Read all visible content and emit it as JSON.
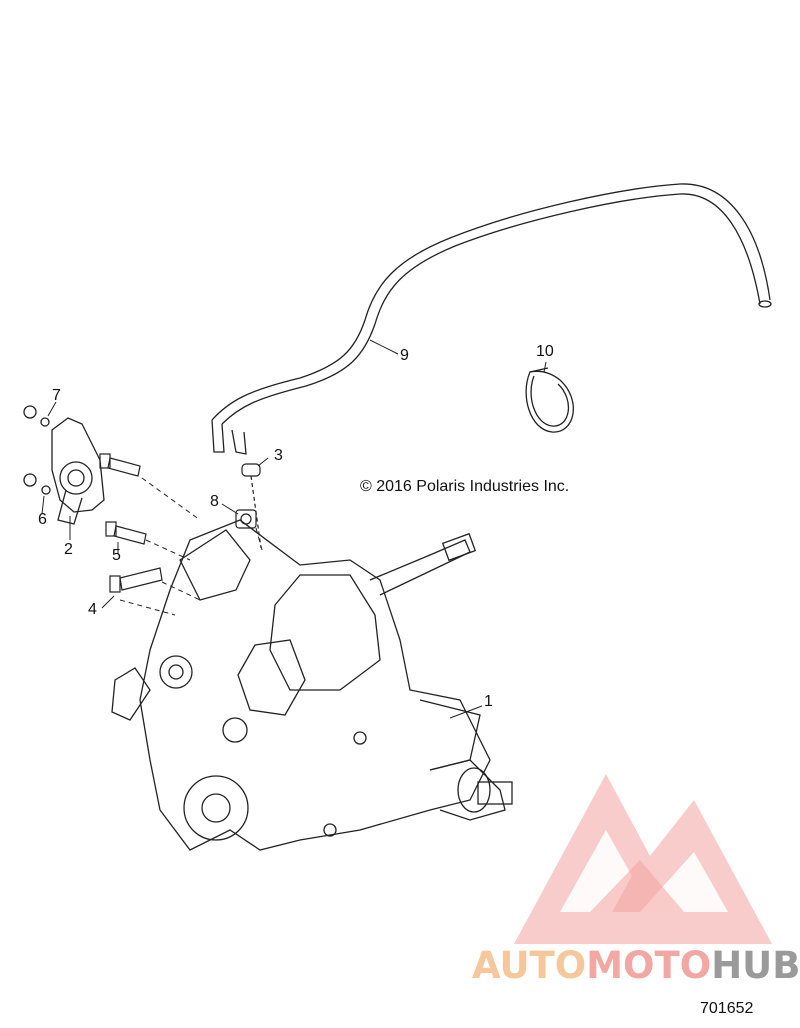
{
  "diagram": {
    "copyright": "© 2016 Polaris Industries Inc.",
    "figure_number": "701652",
    "callouts": [
      {
        "id": "1",
        "label": "1"
      },
      {
        "id": "2",
        "label": "2"
      },
      {
        "id": "3",
        "label": "3"
      },
      {
        "id": "4",
        "label": "4"
      },
      {
        "id": "5",
        "label": "5"
      },
      {
        "id": "6",
        "label": "6"
      },
      {
        "id": "7",
        "label": "7"
      },
      {
        "id": "8",
        "label": "8"
      },
      {
        "id": "9",
        "label": "9"
      },
      {
        "id": "10",
        "label": "10"
      }
    ]
  },
  "watermark": {
    "part1": "AUTO",
    "part2": "MOTO",
    "part3": "HUB",
    "colors": {
      "auto": "#f6c79a",
      "moto": "#f3a7a3",
      "hub": "#9a9a9a",
      "logo": "#f08a86"
    }
  }
}
